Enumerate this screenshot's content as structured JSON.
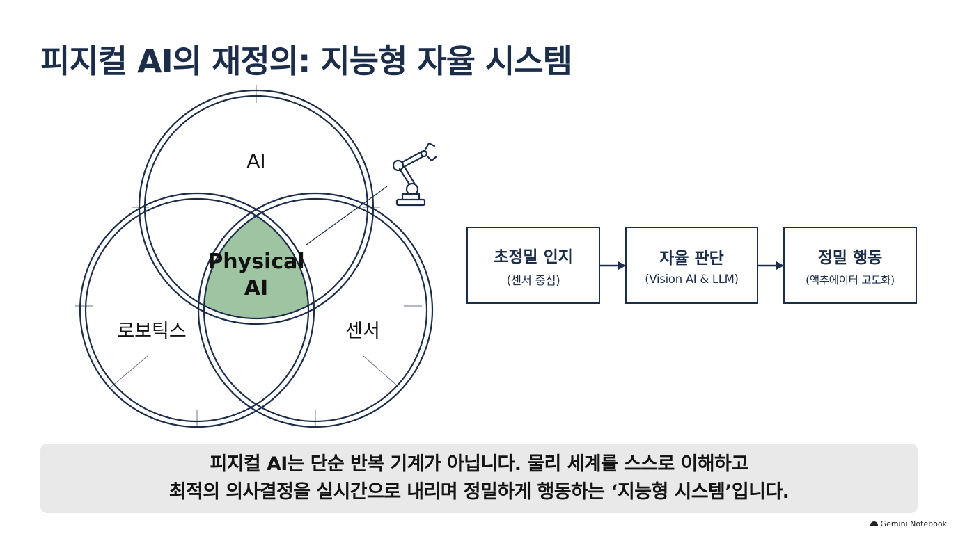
{
  "title": "피지컬 AI의 재정의: 지능형 자율 시스템",
  "venn": {
    "top_label": "AI",
    "left_label": "로보틱스",
    "right_label": "센서",
    "center_line1": "Physical",
    "center_line2": "AI",
    "icon": "robot-arm-icon",
    "center_color": "#9fc4a2"
  },
  "flow": [
    {
      "title": "초정밀 인지",
      "subtitle": "(센서 중심)"
    },
    {
      "title": "자율 판단",
      "subtitle": "(Vision AI & LLM)"
    },
    {
      "title": "정밀 행동",
      "subtitle": "(액추에이터 고도화)"
    }
  ],
  "summary": {
    "line1": "피지컬 AI는 단순 반복 기계가 아닙니다. 물리 세계를 스스로 이해하고",
    "line2": "최적의 의사결정을 실시간으로 내리며 정밀하게 행동하는 ‘지능형 시스템’입니다."
  },
  "branding": {
    "label": "Gemini Notebook"
  },
  "colors": {
    "navy": "#1c2d4a",
    "summary_bg": "#e9e9e9"
  }
}
